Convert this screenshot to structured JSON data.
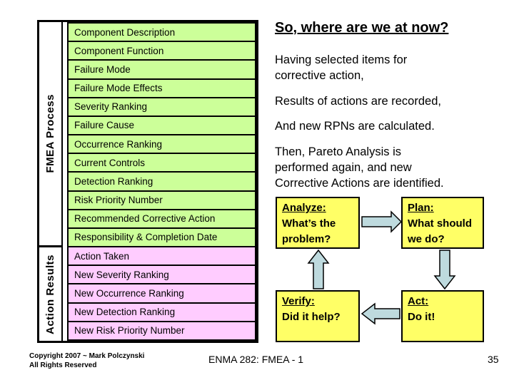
{
  "table": {
    "sections": [
      {
        "label": "FMEA Process",
        "row_color": "#CCFF99",
        "rows": [
          "Component Description",
          "Component Function",
          "Failure Mode",
          "Failure Mode Effects",
          "Severity Ranking",
          "Failure Cause",
          "Occurrence Ranking",
          "Current Controls",
          "Detection Ranking",
          "Risk Priority Number",
          "Recommended Corrective Action",
          "Responsibility & Completion Date"
        ]
      },
      {
        "label": "Action Results",
        "row_color": "#FFCCFF",
        "rows": [
          "Action Taken",
          "New Severity Ranking",
          "New Occurrence Ranking",
          "New Detection Ranking",
          "New Risk Priority Number"
        ]
      }
    ]
  },
  "content": {
    "title": "So, where are we at now?",
    "paragraphs": [
      "Having selected items for\ncorrective action,",
      "Results of actions are recorded,",
      "And new RPNs are calculated.",
      "Then, Pareto Analysis is\nperformed again, and new\nCorrective Actions are identified."
    ]
  },
  "cycle": {
    "box_color": "#FFFF66",
    "arrow_color": "#BEDADE",
    "boxes": [
      {
        "heading": "Analyze:",
        "body": "What’s the\nproblem?"
      },
      {
        "heading": "Plan:",
        "body": "What should\nwe do?"
      },
      {
        "heading": "Verify:",
        "body": "Did it help?"
      },
      {
        "heading": "Act:",
        "body": "Do it!"
      }
    ]
  },
  "footer": {
    "copyright": "Copyright 2007 ~ Mark Polczynski\nAll Rights Reserved",
    "course": "ENMA 282: FMEA - 1",
    "page": "35"
  }
}
